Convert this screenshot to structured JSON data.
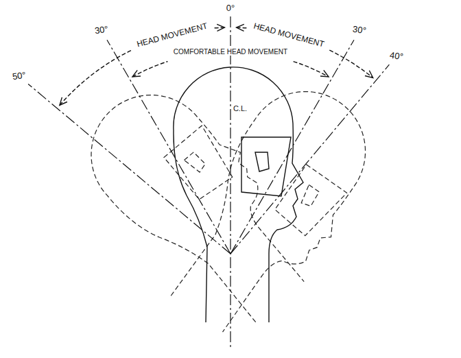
{
  "diagram": {
    "labels": [
      "0°",
      "HEAD MOVEMENT",
      "HEAD MOVEMENT",
      "50°",
      "COMFORTABLE HEAD MOVEMENT",
      "30°",
      "30°",
      "40°",
      "C.L."
    ]
  }
}
